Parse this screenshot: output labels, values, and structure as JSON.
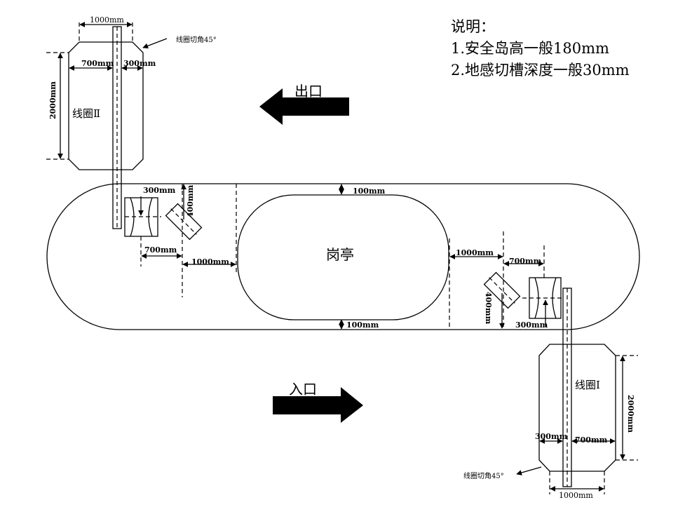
{
  "notes": {
    "title": "说明：",
    "item1": "1.安全岛高一般180mm",
    "item2": "2.地感切槽深度一般30mm"
  },
  "exit_label": "出口",
  "entry_label": "入口",
  "booth_label": "岗亭",
  "loop2": {
    "label": "线圈Ⅱ",
    "top_dim": "1000mm",
    "left_dim": "700mm",
    "right_dim": "300mm",
    "height_dim": "2000mm",
    "corner_note": "线圈切角45°",
    "detector_width_dim": "300mm",
    "detector_gap_dim": "700mm",
    "sensor_dim": "400mm",
    "spacing_dim": "1000mm"
  },
  "loop1": {
    "label": "线圈Ⅰ",
    "bottom_dim": "1000mm",
    "left_dim": "300mm",
    "right_dim": "700mm",
    "height_dim": "2000mm",
    "corner_note": "线圈切角45°",
    "detector_width_dim": "300mm",
    "detector_gap_dim": "700mm",
    "sensor_dim": "400mm",
    "spacing_dim": "1000mm"
  },
  "island_gap_top": "100mm",
  "island_gap_bottom": "100mm"
}
